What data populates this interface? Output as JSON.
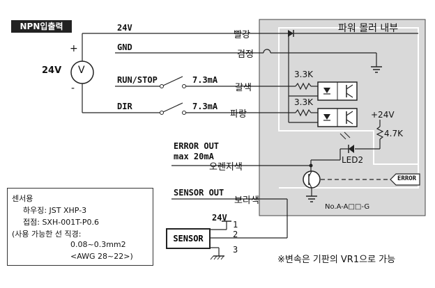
{
  "title_tag": "NPN입출력",
  "housing_label": "파워 몰러 내부",
  "supply": {
    "voltage": "24V",
    "plus": "+",
    "minus": "-",
    "symbol": "V"
  },
  "lines": {
    "v24": "24V",
    "gnd": "GND",
    "run_stop": "RUN/STOP",
    "dir": "DIR",
    "current1": "7.3mA",
    "current2": "7.3mA",
    "error_out": "ERROR OUT",
    "error_max": "max 20mA",
    "sensor_out": "SENSOR OUT"
  },
  "wire_colors": {
    "red": "빨강",
    "black": "검정",
    "brown": "갈색",
    "blue": "파랑",
    "orange": "오렌지색",
    "purple": "보라색"
  },
  "components": {
    "r1": "3.3K",
    "r2": "3.3K",
    "r3": "4.7K",
    "vcc": "+24V",
    "led": "LED2",
    "error_tag": "ERROR",
    "model": "No.A-A□□-G"
  },
  "sensor": {
    "label": "SENSOR",
    "v24": "24V",
    "pin1": "1",
    "pin2": "2",
    "pin3": "3"
  },
  "note_box": {
    "line1": "센서용",
    "line2": "하우징: JST XHP-3",
    "line3": "접점: SXH-001T-P0.6",
    "line4": "(사용 가능한 선 직경:",
    "line5": "0.08~0.3mm2",
    "line6": "<AWG 28~22>)"
  },
  "footnote": "※변속은 기판의 VR1으로 가능"
}
